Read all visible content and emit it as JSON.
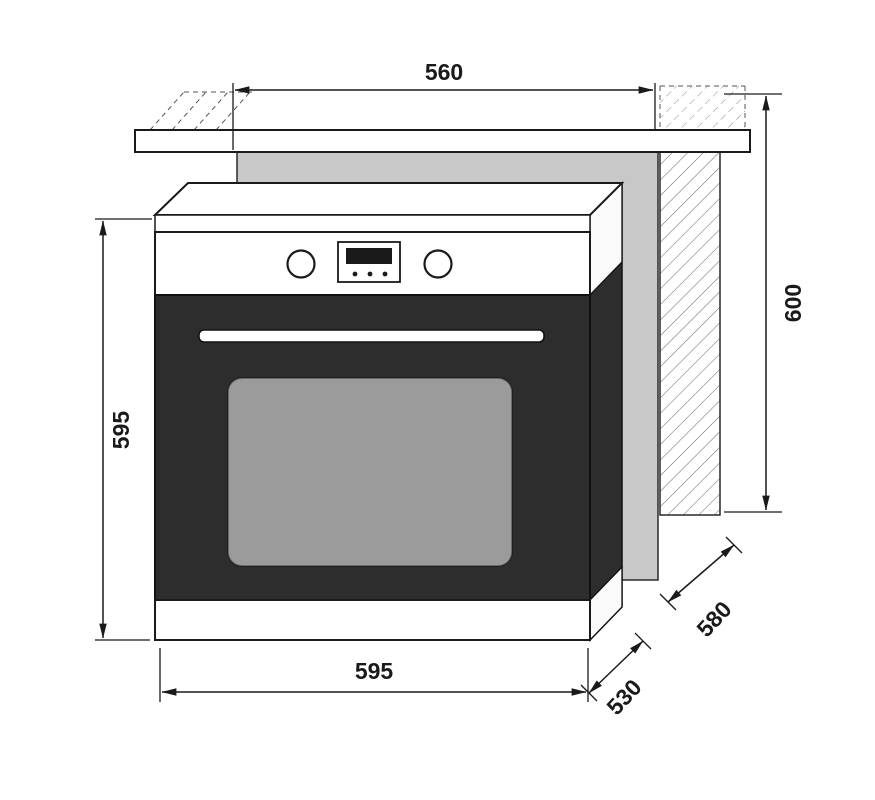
{
  "diagram": {
    "dimensions": {
      "top_width": "560",
      "right_height": "600",
      "left_height": "595",
      "bottom_width": "595",
      "depth": "530",
      "side_panel_depth": "580"
    },
    "colors": {
      "line": "#1a1a1a",
      "oven_door": "#2d2d2d",
      "door_window": "#9b9b9b",
      "cabinet_panel": "#c8c8c8",
      "background": "#ffffff"
    }
  }
}
